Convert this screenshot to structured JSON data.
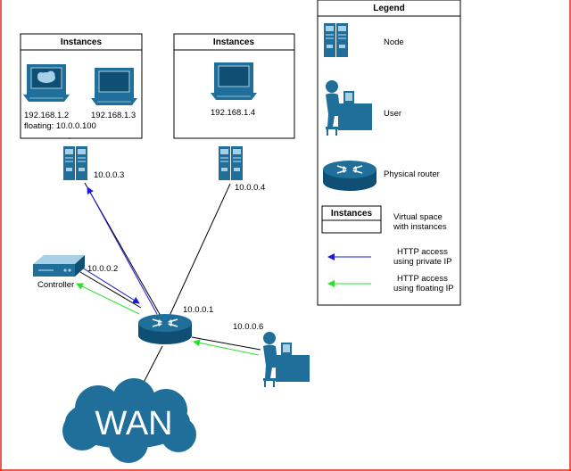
{
  "colors": {
    "frame": "#e0281c",
    "device": "#1f6f9a",
    "device_dark": "#0f4f73",
    "device_light": "#a7cfe6",
    "private_arrow": "#1a1ad6",
    "floating_arrow": "#2ee02e",
    "link": "#000000"
  },
  "instances_left": {
    "title": "Instances",
    "ip_a": "192.168.1.2",
    "ip_b": "192.168.1.3",
    "floating": "floating: 10.0.0.100"
  },
  "instances_right": {
    "title": "Instances",
    "ip": "192.168.1.4"
  },
  "nodes": {
    "node_left_ip": "10.0.0.3",
    "node_right_ip": "10.0.0.4",
    "controller_ip": "10.0.0.2",
    "controller_label": "Controller",
    "router_ip": "10.0.0.1",
    "user_ip": "10.0.0.6",
    "wan_label": "WAN"
  },
  "legend": {
    "title": "Legend",
    "node": "Node",
    "user": "User",
    "router": "Physical router",
    "box_title": "Instances",
    "virtual_1": "Virtual space",
    "virtual_2": "with instances",
    "private_1": "HTTP access",
    "private_2": "using private IP",
    "floating_1": "HTTP access",
    "floating_2": "using floating IP"
  },
  "icons": [
    "server-node-icon",
    "desktop-computer-icon",
    "user-at-desk-icon",
    "router-icon",
    "controller-device-icon",
    "cloud-icon"
  ]
}
